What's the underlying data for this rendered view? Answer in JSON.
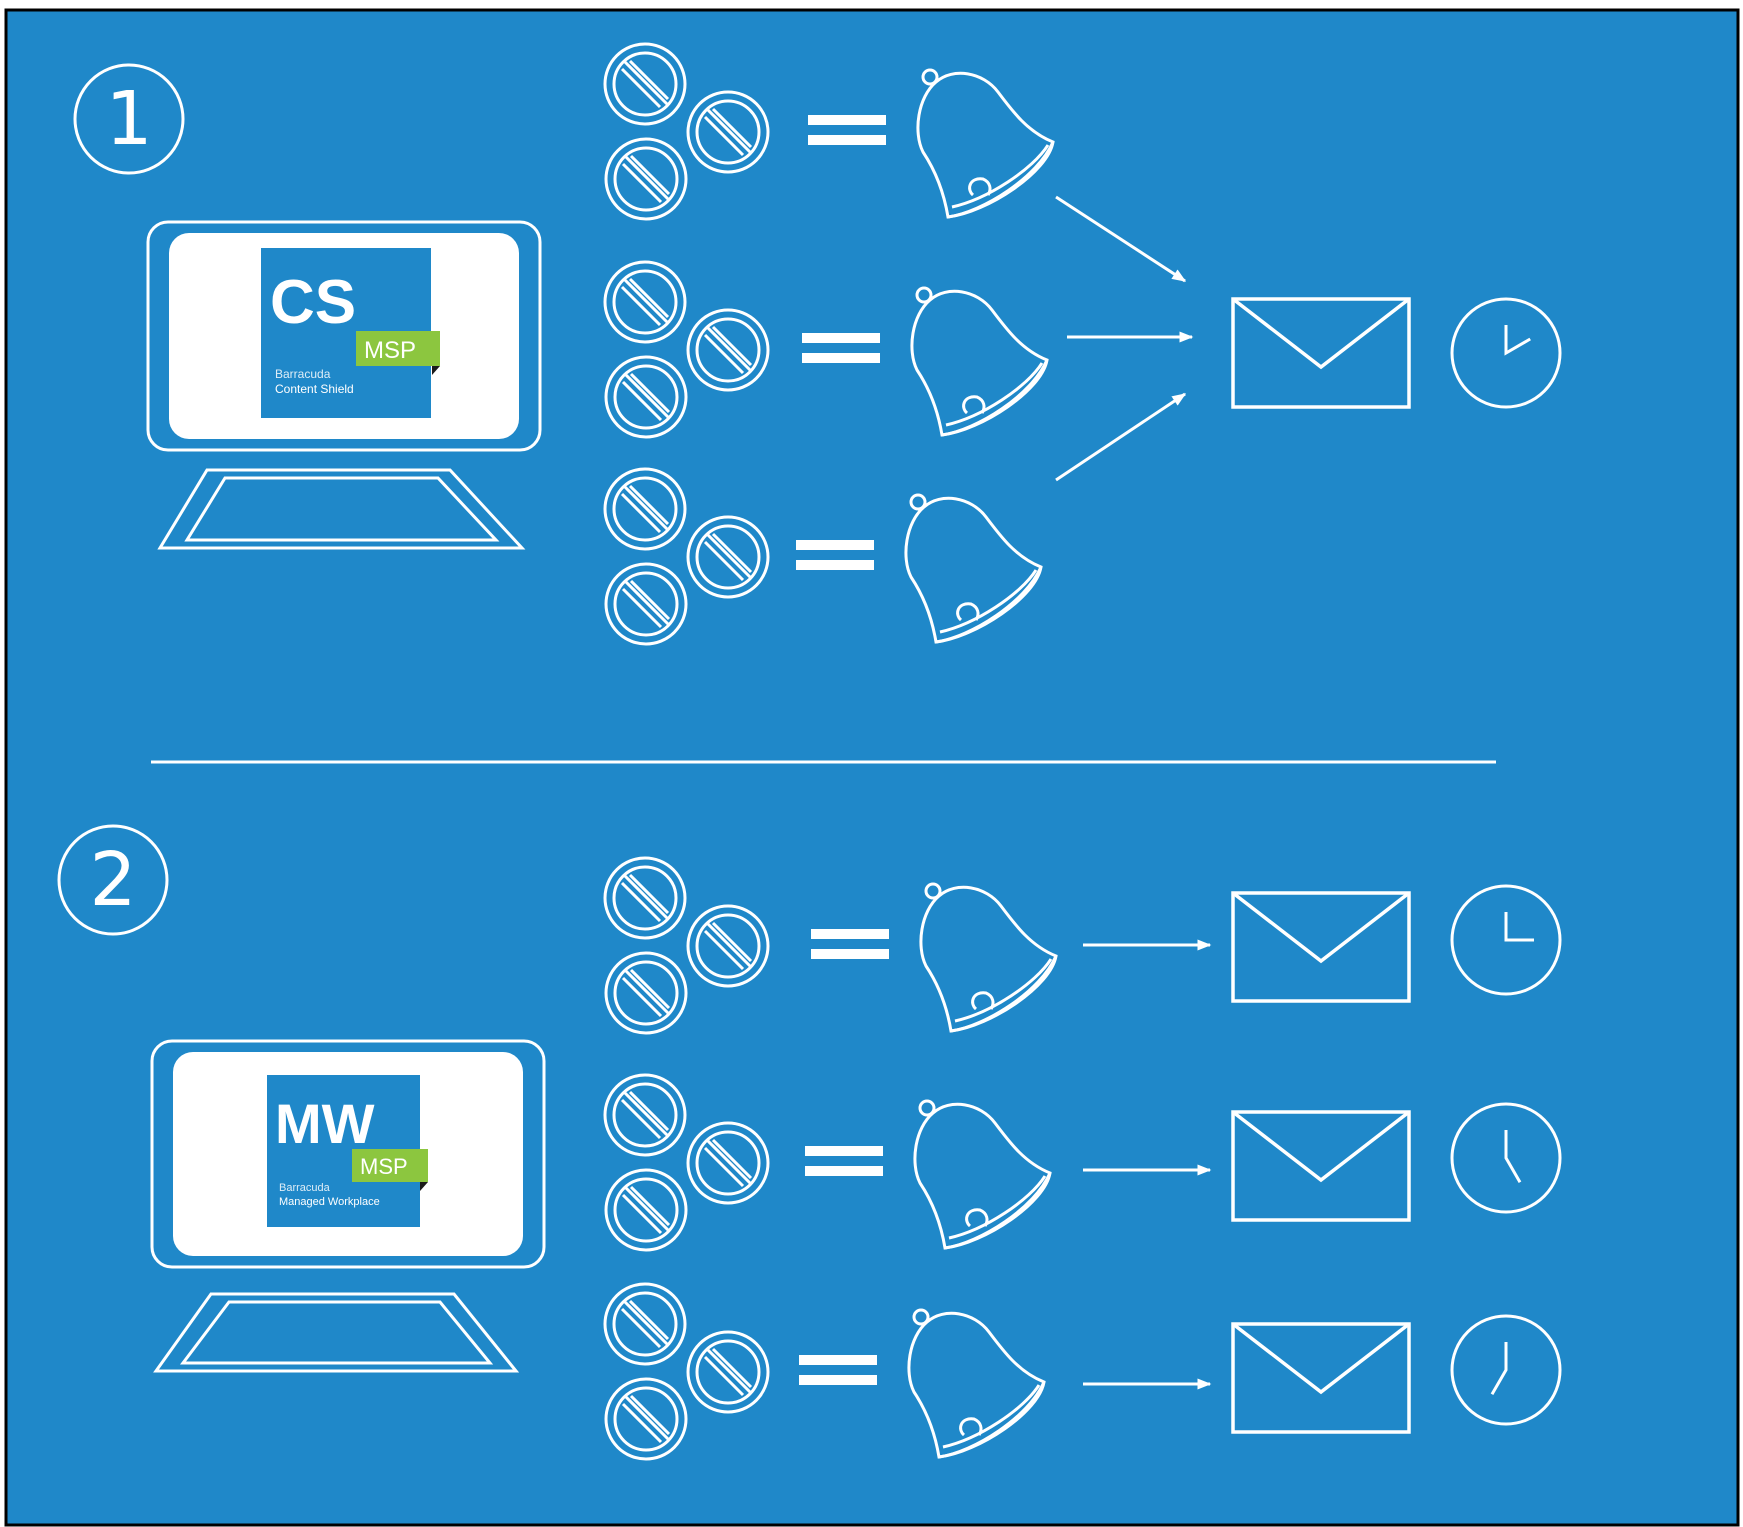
{
  "colors": {
    "background": "#1f88c9",
    "frame": "#000000",
    "stroke": "#ffffff",
    "logo_square": "#1f88c9",
    "msp_badge": "#8cc63f"
  },
  "sections": [
    {
      "number": "1",
      "product": {
        "title": "CS",
        "badge": "MSP",
        "vendor": "Barracuda",
        "name": "Content Shield"
      },
      "flow": "combined",
      "rows": [
        {
          "icons": [
            "blocked-icon",
            "blocked-icon",
            "blocked-icon",
            "equals-icon",
            "bell-icon"
          ]
        },
        {
          "icons": [
            "blocked-icon",
            "blocked-icon",
            "blocked-icon",
            "equals-icon",
            "bell-icon"
          ]
        },
        {
          "icons": [
            "blocked-icon",
            "blocked-icon",
            "blocked-icon",
            "equals-icon",
            "bell-icon"
          ]
        }
      ],
      "outputs": [
        {
          "icons": [
            "envelope-icon",
            "clock-icon"
          ],
          "clock_minutes": 10
        }
      ]
    },
    {
      "number": "2",
      "product": {
        "title": "MW",
        "badge": "MSP",
        "vendor": "Barracuda",
        "name": "Managed Workplace"
      },
      "flow": "individual",
      "rows": [
        {
          "icons": [
            "blocked-icon",
            "blocked-icon",
            "blocked-icon",
            "equals-icon",
            "bell-icon",
            "arrow-icon",
            "envelope-icon",
            "clock-icon"
          ],
          "clock_minutes": 15
        },
        {
          "icons": [
            "blocked-icon",
            "blocked-icon",
            "blocked-icon",
            "equals-icon",
            "bell-icon",
            "arrow-icon",
            "envelope-icon",
            "clock-icon"
          ],
          "clock_minutes": 25
        },
        {
          "icons": [
            "blocked-icon",
            "blocked-icon",
            "blocked-icon",
            "equals-icon",
            "bell-icon",
            "arrow-icon",
            "envelope-icon",
            "clock-icon"
          ],
          "clock_minutes": 35
        }
      ]
    }
  ]
}
